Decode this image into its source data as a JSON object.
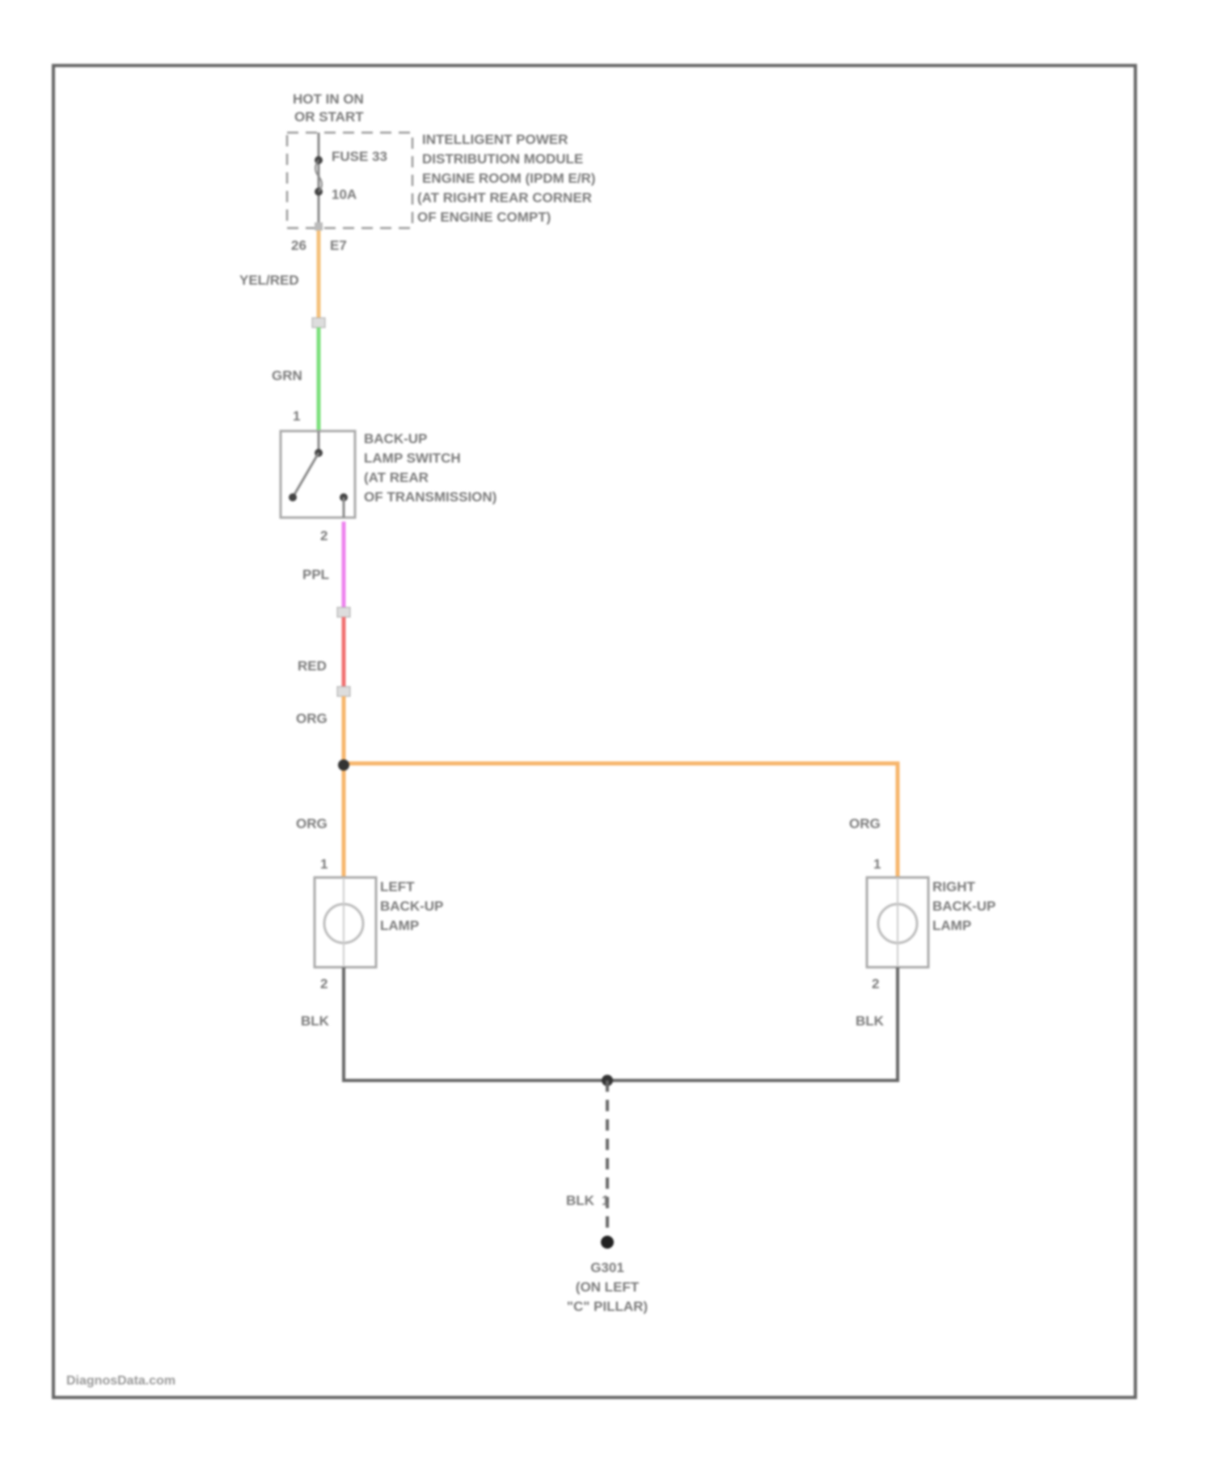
{
  "source_label": [
    "HOT IN ON",
    "OR START"
  ],
  "fuse": {
    "name": "FUSE 33",
    "rating": "10A",
    "pin_left": "26",
    "pin_right": "E7"
  },
  "module_label": [
    "INTELLIGENT POWER",
    "DISTRIBUTION MODULE",
    "ENGINE ROOM (IPDM E/R)",
    "(AT RIGHT REAR CORNER",
    "OF ENGINE COMPT)"
  ],
  "wires": {
    "w1": "YEL/RED",
    "w2": "GRN",
    "w3": "PPL",
    "w4": "RED",
    "w5": "ORG",
    "w6": "ORG",
    "w7": "ORG",
    "w8": "BLK",
    "w9": "BLK",
    "w10": "BLK"
  },
  "wire_colors": {
    "yel_red": "#f5c07a",
    "grn": "#7be07b",
    "ppl": "#ee82ee",
    "red": "#f07070",
    "org": "#f7b56b",
    "blk": "#666666"
  },
  "switch": {
    "pin_top": "1",
    "pin_bottom": "2",
    "label": [
      "BACK-UP",
      "LAMP SWITCH",
      "(AT REAR",
      "OF TRANSMISSION)"
    ]
  },
  "left_lamp": {
    "pin_top": "1",
    "pin_bottom": "2",
    "label": [
      "LEFT",
      "BACK-UP",
      "LAMP"
    ]
  },
  "right_lamp": {
    "pin_top": "1",
    "pin_bottom": "2",
    "label": [
      "RIGHT",
      "BACK-UP",
      "LAMP"
    ]
  },
  "ground": {
    "wire_pin": "1",
    "label": [
      "G301",
      "(ON LEFT",
      "\"C\" PILLAR)"
    ]
  },
  "watermark": "DiagnosData.com"
}
